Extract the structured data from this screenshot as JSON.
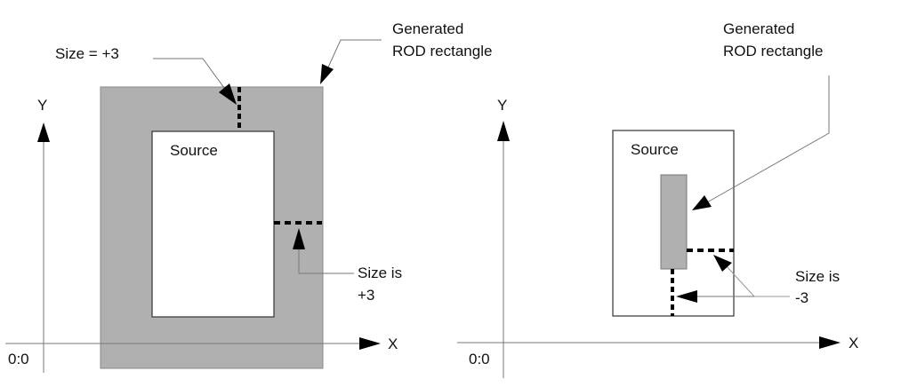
{
  "left_panel": {
    "size_label": "Size = +3",
    "generated_label_line1": "Generated",
    "generated_label_line2": "ROD rectangle",
    "source_label": "Source",
    "size_is_line1": "Size is",
    "size_is_line2": "+3",
    "y_axis_label": "Y",
    "x_axis_label": "X",
    "origin_label": "0:0"
  },
  "right_panel": {
    "generated_label_line1": "Generated",
    "generated_label_line2": "ROD rectangle",
    "source_label": "Source",
    "size_is_line1": "Size is",
    "size_is_line2": "-3",
    "y_axis_label": "Y",
    "x_axis_label": "X",
    "origin_label": "0:0"
  },
  "colors": {
    "rod_fill": "#b0b0b0",
    "line": "#777777",
    "dash": "#000000"
  }
}
